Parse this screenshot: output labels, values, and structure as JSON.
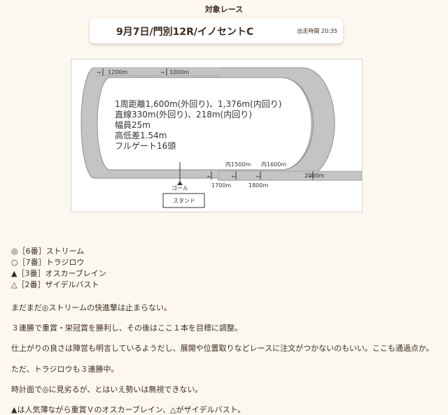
{
  "section_title": "対象レース",
  "race": {
    "name": "9月7日/門別12R/イノセントC",
    "time": "出走時間 20:35"
  },
  "course": {
    "info_lines": [
      "1周距離1,600m(外回り)、1,376m(内回り)",
      "直線330m(外回り)、218m(内回り)",
      "幅員25m",
      "高低差1.54m",
      "フルゲート16頭"
    ],
    "labels": {
      "d1200": "1200m",
      "d1000": "1000m",
      "d1700": "1700m",
      "d1800": "1800m",
      "d2000": "2000m",
      "in1500": "内1500m",
      "in1600": "内1600m",
      "goal": "ゴール",
      "stand": "スタンド"
    },
    "colors": {
      "track": "#c4c4c4",
      "inner": "#ffffff"
    }
  },
  "picks": [
    "◎［6番］ストリーム",
    "○［7番］トラジロウ",
    "▲［3番］オスカーブレイン",
    "△［2番］ザイデルバスト"
  ],
  "paragraphs": [
    "まだまだ◎ストリームの快進撃は止まらない。",
    "３連勝で重賞・栄冠賞を勝利し、その後はここ１本を目標に調整。",
    "仕上がりの良さは陣営も明言しているようだし、展開や位置取りなどレースに注文がつかないのもいい。ここも通過点か。",
    "ただ、トラジロウも３連勝中。",
    "時計面で◎に見劣るが、とはいえ勢いは無視できない。",
    "▲は人気薄ながら重賞Ｖのオスカーブレイン、△がザイデルバスト。"
  ]
}
